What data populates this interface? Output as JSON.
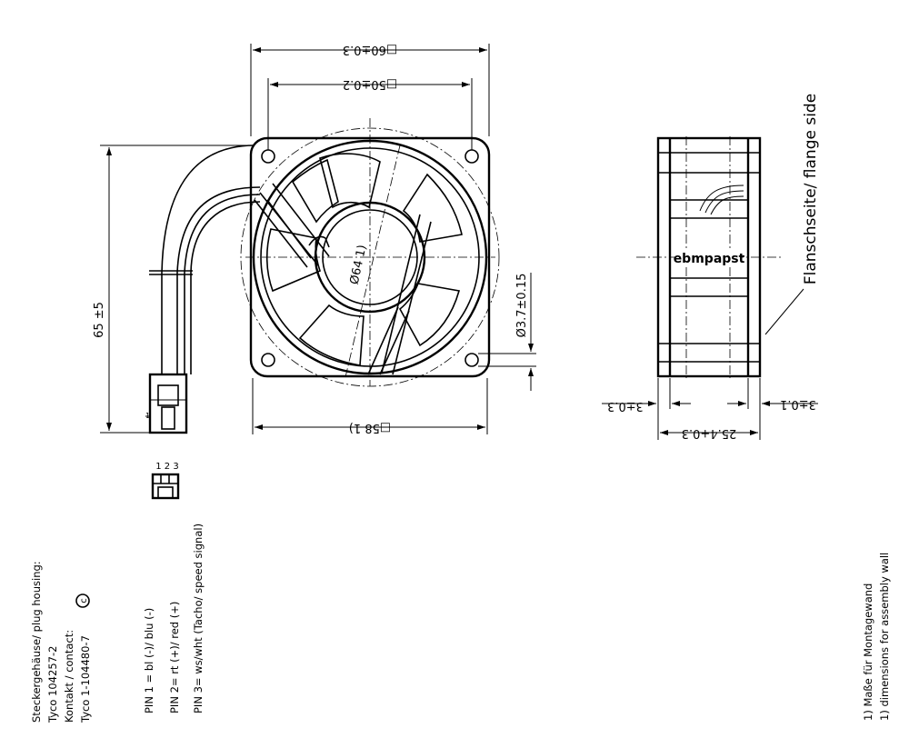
{
  "dimensions": {
    "outer_width": "□60±0.3",
    "hole_pitch": "□50±0.2",
    "body_width": "□58 1)",
    "impeller_diameter": "Ø64 1)",
    "hole_diameter": "Ø3.7±0.15",
    "cable_length": "65 ±5",
    "depth": "25.4+0.3",
    "flange_left": "3±0.3",
    "flange_right": "3±0.1"
  },
  "side_view": {
    "brand": "ebmpapst",
    "flange_label": "Flanschseite/ flange side"
  },
  "connector": {
    "pins_label": "1 2 3",
    "pin_marker": "1"
  },
  "notes": {
    "housing_lines": [
      "Steckergehäuse/ plug housing:",
      "Tyco  104257-2",
      "Kontakt  / contact:",
      "Tyco  1-104480-7"
    ],
    "copyright_symbol": "c",
    "pins": [
      "PIN 1 = bl (-)/ blu (-)",
      "PIN 2= rt (+)/ red (+)",
      "PIN 3= ws/wht (Tacho/ speed signal)"
    ],
    "footnotes": [
      "1) Maße für Montagewand",
      "1) dimensions for assembly wall"
    ]
  }
}
